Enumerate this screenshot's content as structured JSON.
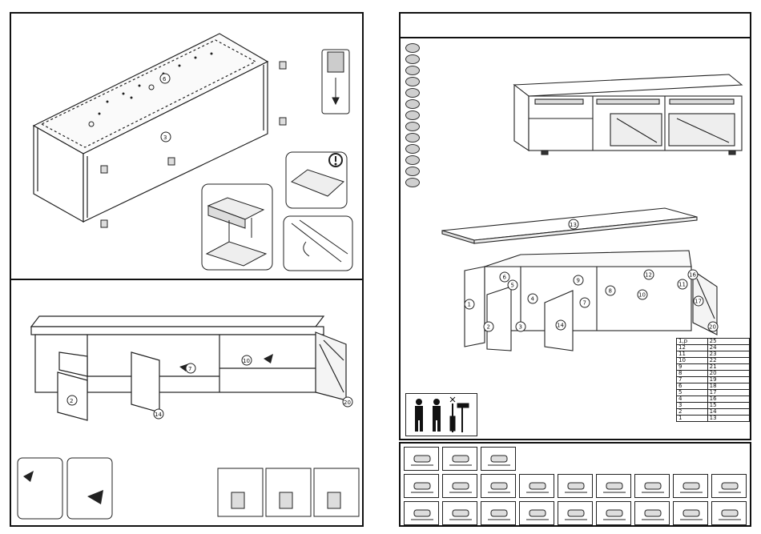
{
  "page": {
    "title": "Assembly instructions"
  },
  "callouts": {
    "step1": [
      "6",
      "3"
    ],
    "step2": [
      "7",
      "10",
      "2",
      "14",
      "20"
    ],
    "exploded": {
      "top": "13",
      "parts": [
        "1",
        "2",
        "3",
        "4",
        "5",
        "6",
        "7",
        "8",
        "9",
        "10",
        "11",
        "12",
        "14",
        "16",
        "17",
        "20"
      ]
    }
  },
  "legend": {
    "rows": [
      {
        "left": "1,p",
        "right": "25"
      },
      {
        "left": "12",
        "right": "24"
      },
      {
        "left": "11",
        "right": "23"
      },
      {
        "left": "10",
        "right": "22"
      },
      {
        "left": "9",
        "right": "21"
      },
      {
        "left": "8",
        "right": "20"
      },
      {
        "left": "7",
        "right": "19"
      },
      {
        "left": "6",
        "right": "18"
      },
      {
        "left": "5",
        "right": "17"
      },
      {
        "left": "4",
        "right": "16"
      },
      {
        "left": "3",
        "right": "15"
      },
      {
        "left": "2",
        "right": "14"
      },
      {
        "left": "1",
        "right": "13"
      }
    ]
  },
  "icons": {
    "warning": "exclamation-icon",
    "people": "two-person-icon",
    "tools": "screwdriver-hammer-icon"
  },
  "hardware": {
    "row1": [
      "dowel",
      "bracket",
      "hinge"
    ],
    "row2": [
      "knob",
      "screw",
      "rail",
      "leg-adjuster",
      "dowel",
      "washer",
      "pad",
      "connector",
      "nail"
    ],
    "row3": [
      "screw",
      "screw",
      "cam-lock",
      "hinge-plate",
      "cap",
      "cam",
      "bolt",
      "clip",
      "bolt"
    ]
  }
}
